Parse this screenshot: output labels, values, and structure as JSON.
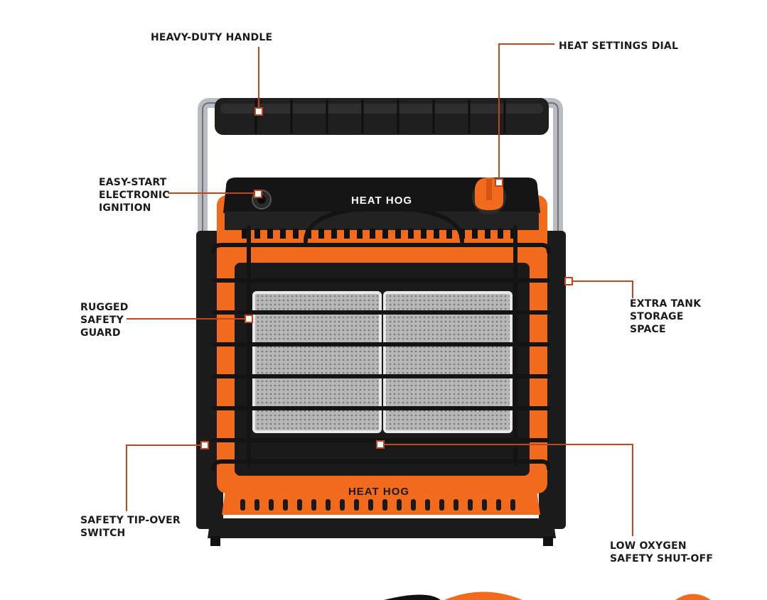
{
  "colors": {
    "callout": "#c0461e",
    "heater_orange": "#f26a1b",
    "heater_dark": "#1f1f1f",
    "frame_silver": "#b9bcc0",
    "element_gray": "#9a9a9a",
    "label_text": "#1b1b1b"
  },
  "brand": {
    "top_logo": "HEAT HOG",
    "bottom_logo": "HEAT HOG"
  },
  "callouts": {
    "handle": "HEAVY-DUTY HANDLE",
    "dial": "HEAT SETTINGS DIAL",
    "ignition": "EASY-START\nELECTRONIC\nIGNITION",
    "guard": "RUGGED\nSAFETY\nGUARD",
    "storage": "EXTRA TANK\nSTORAGE\nSPACE",
    "tipover": "SAFETY TIP-OVER\nSWITCH",
    "oxygen": "LOW OXYGEN\nSAFETY SHUT-OFF"
  }
}
